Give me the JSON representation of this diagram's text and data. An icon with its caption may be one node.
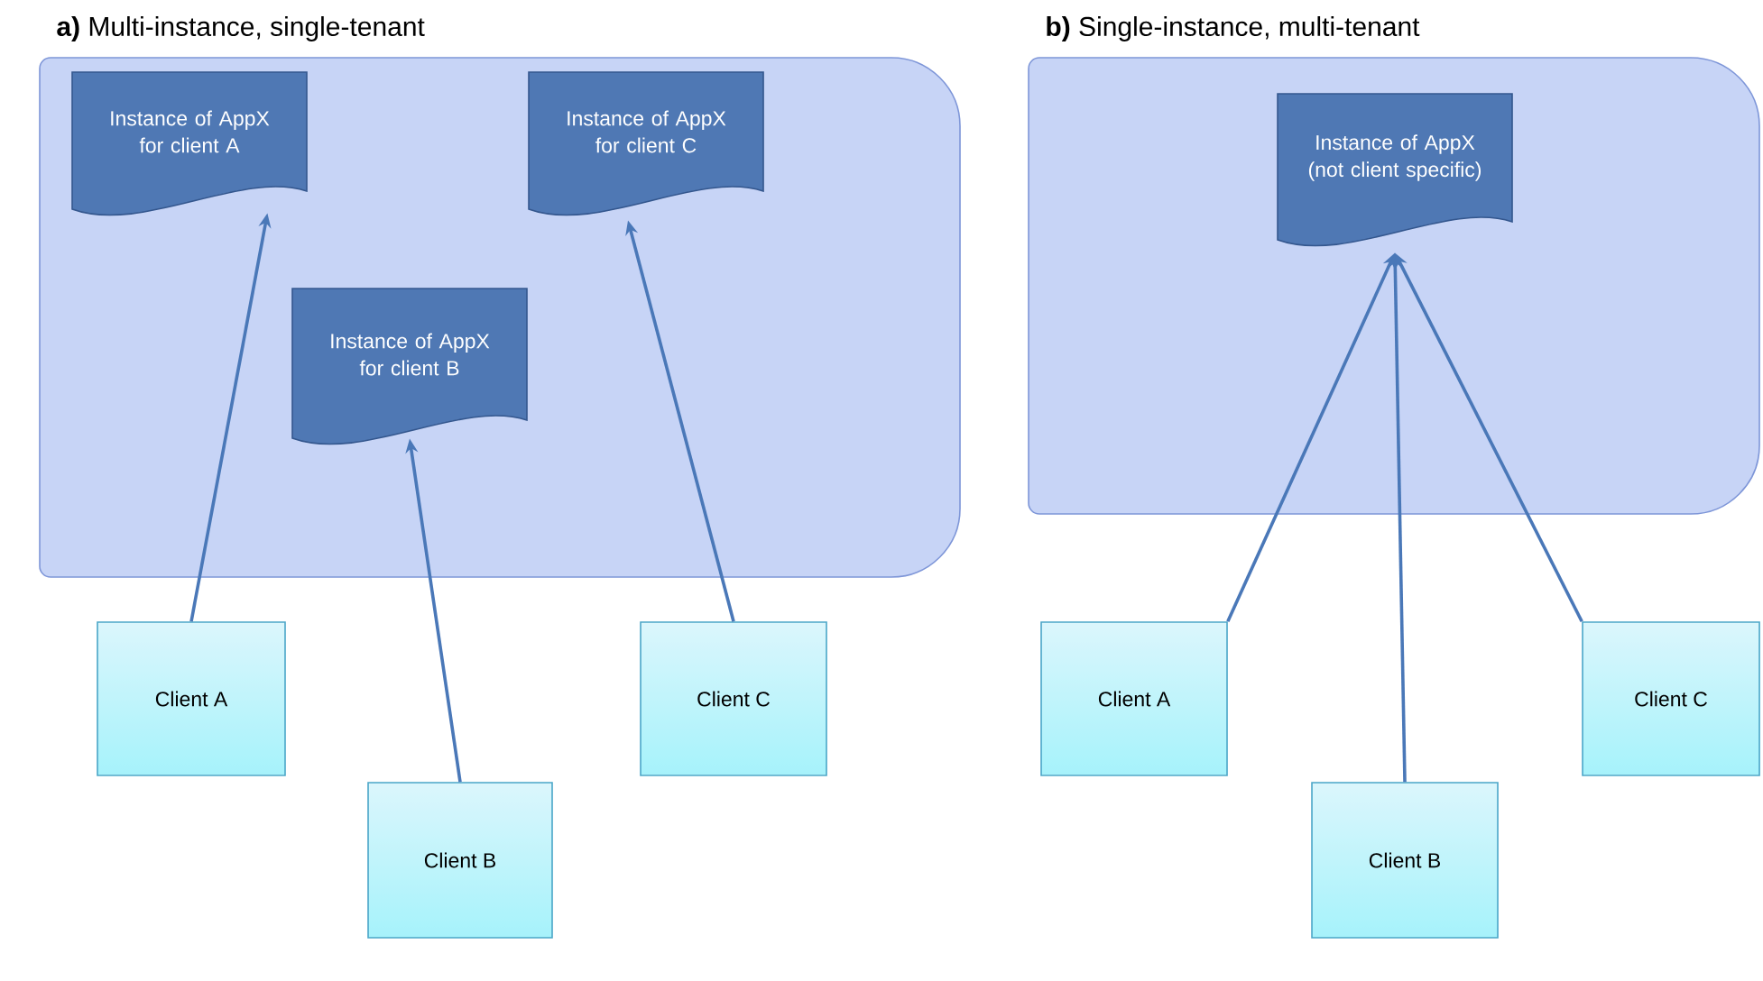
{
  "diagram": {
    "nodes": [
      {
        "text": [
          "**a)** Multi-instance, single-tenant"
        ]
      },
      {
        "text": [
          "Instance of AppX for client A"
        ],
        "in": 0
      },
      {
        "text": [
          "Instance of AppX for client C"
        ],
        "in": 0
      },
      {
        "text": [
          "Instance of AppX for client B"
        ],
        "in": 0
      },
      {
        "text": [
          "Client A"
        ]
      },
      {
        "text": [
          "Client C"
        ]
      },
      {
        "text": [
          "Client B"
        ]
      },
      {
        "text": [
          "**b)** Single-instance, multi-tenant"
        ]
      },
      {
        "text": [
          "Instance of AppX (not client specific)"
        ],
        "in": 7
      },
      {
        "text": [
          "Client A"
        ]
      },
      {
        "text": [
          "Client B"
        ]
      },
      {
        "text": [
          "Client C"
        ]
      }
    ],
    "edges": [
      {
        "from": 4,
        "to": 1,
        "arrow": "to"
      },
      {
        "from": 6,
        "to": 3,
        "arrow": "to"
      },
      {
        "from": 5,
        "to": 2,
        "arrow": "to"
      },
      {
        "from": 9,
        "to": 8,
        "arrow": "to"
      },
      {
        "from": 10,
        "to": 8,
        "arrow": "to"
      },
      {
        "from": 11,
        "to": 8,
        "arrow": "to"
      }
    ]
  }
}
